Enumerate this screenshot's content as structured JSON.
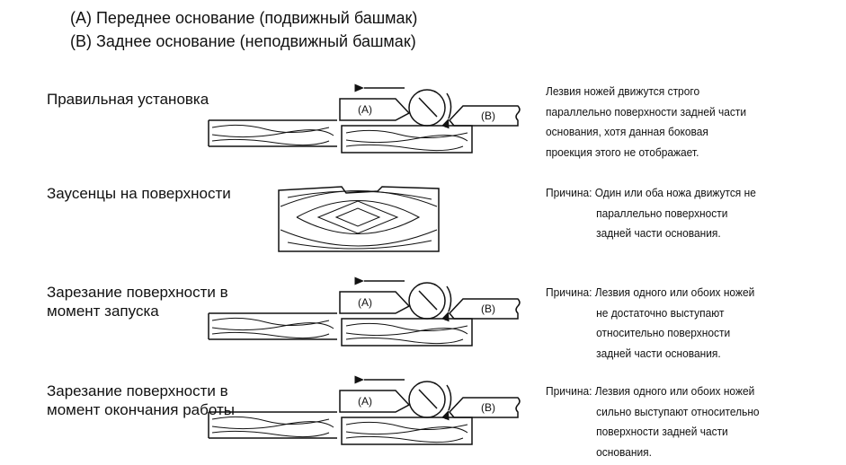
{
  "legend": {
    "a": "(A) Переднее основание (подвижный башмак)",
    "b": "(B) Заднее основание (неподвижный башмак)"
  },
  "diagram_labels": {
    "a": "(A)",
    "b": "(B)"
  },
  "rows": [
    {
      "title": [
        "Правильная установка"
      ],
      "note": {
        "prefix": "",
        "lines": [
          "Лезвия ножей движутся строго",
          "параллельно поверхности задней части",
          "основания, хотя данная боковая",
          "проекция этого не отображает."
        ]
      }
    },
    {
      "title": [
        "Заусенцы на поверхности"
      ],
      "note": {
        "prefix": "Причина:",
        "lines": [
          "Один или оба ножа движутся не",
          "параллельно поверхности",
          "задней части основания."
        ]
      }
    },
    {
      "title": [
        "Зарезание поверхности в",
        "момент запуска"
      ],
      "note": {
        "prefix": "Причина:",
        "lines": [
          "Лезвия одного или обоих ножей",
          "не достаточно выступают",
          "относительно поверхности",
          "задней части основания."
        ]
      }
    },
    {
      "title": [
        "Зарезание поверхности в",
        "момент окончания работы"
      ],
      "note": {
        "prefix": "Причина:",
        "lines": [
          "Лезвия одного или обоих ножей",
          "сильно выступают относительно",
          "поверхности задней части",
          "основания."
        ]
      }
    }
  ]
}
